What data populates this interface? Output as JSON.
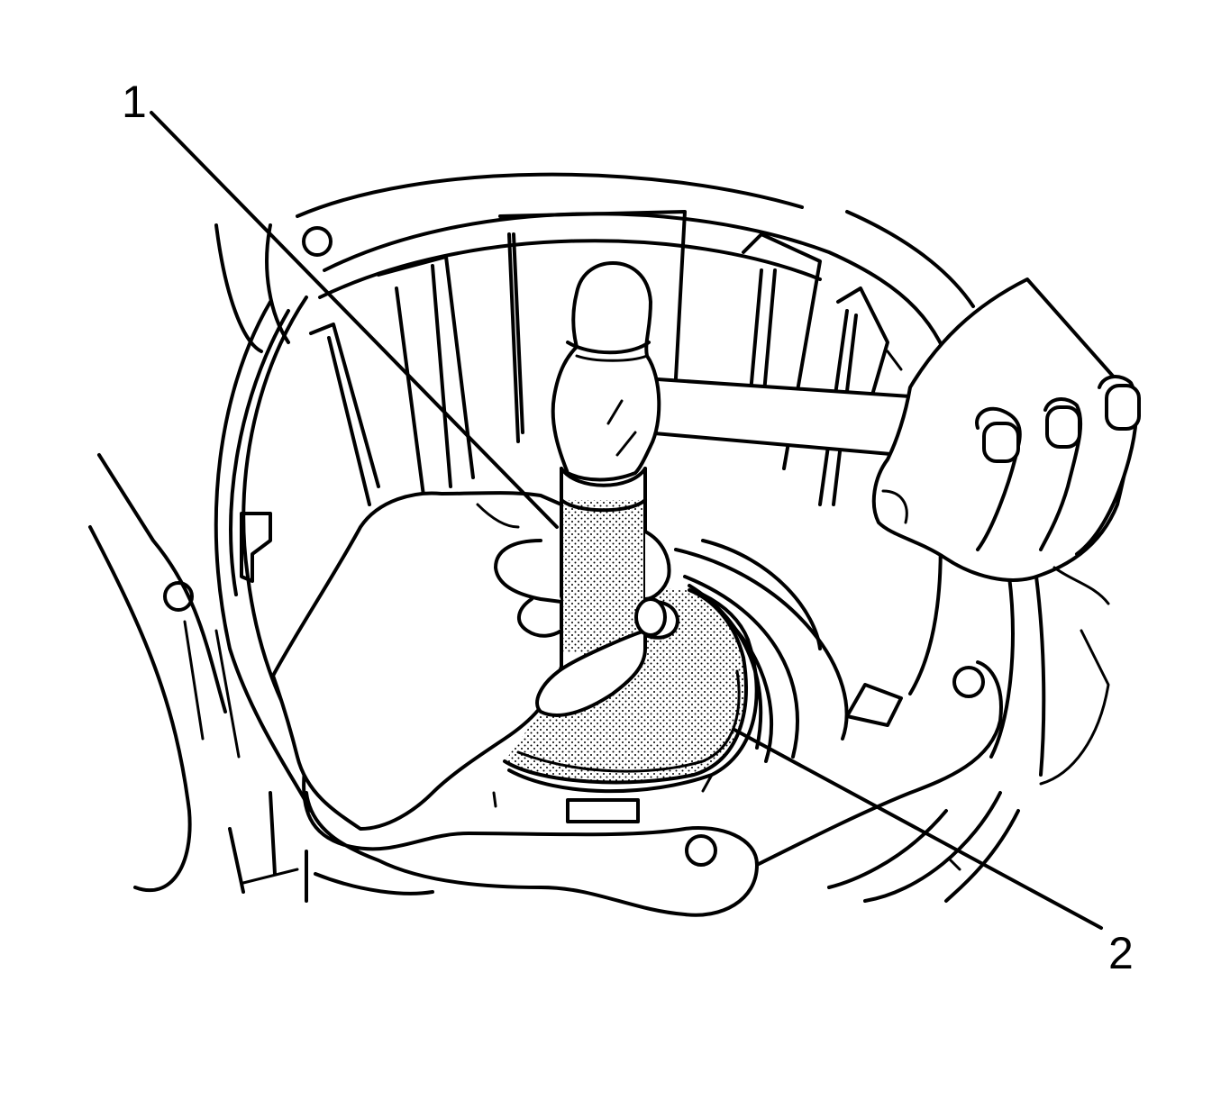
{
  "callouts": [
    {
      "id": 1,
      "label": "1"
    },
    {
      "id": 2,
      "label": "2"
    }
  ],
  "colors": {
    "line": "#000000",
    "background": "#ffffff",
    "shading": "#000000"
  }
}
